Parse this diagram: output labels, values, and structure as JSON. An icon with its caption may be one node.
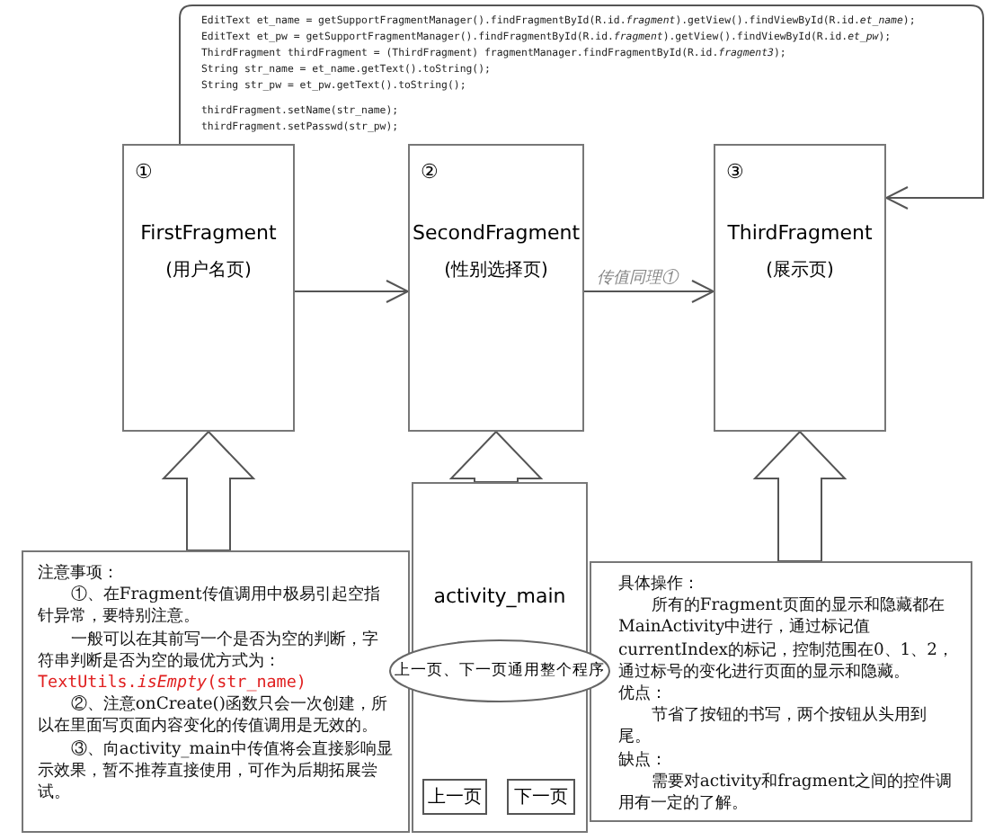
{
  "diagram": {
    "nodes": [
      {
        "text": [
          "①",
          "FirstFragment",
          "(用户名页)"
        ]
      },
      {
        "text": [
          "②",
          "SecondFragment",
          "(性别选择页)"
        ]
      },
      {
        "text": [
          "③",
          "ThirdFragment",
          "(展示页)"
        ]
      },
      {
        "text": [
          "注意事项：",
          "①、在Fragment传值调用中极易引起空指针异常，要特别注意。",
          "一般可以在其前写一个是否为空的判断，字符串判断是否为空的最优方式为：",
          "TextUtils.*isEmpty*(str_name)",
          "②、注意onCreate()函数只会一次创建，所以在里面写页面内容变化的传值调用是无效的。",
          "③、向activity_main中传值将会直接影响显示效果，暂不推荐直接使用，可作为后期拓展尝试。"
        ]
      },
      {
        "text": [
          "activity_main"
        ]
      },
      {
        "text": [
          "上一页、下一页通用整个程序"
        ]
      },
      {
        "text": [
          "上一页"
        ],
        "in": 4
      },
      {
        "text": [
          "下一页"
        ],
        "in": 4
      },
      {
        "text": [
          "具体操作：",
          "所有的Fragment页面的显示和隐藏都在MainActivity中进行，通过标记值currentIndex的标记，控制范围在0、1、2，通过标号的变化进行页面的显示和隐藏。",
          "优点：",
          "节省了按钮的书写，两个按钮从头用到尾。",
          "缺点：",
          "需要对activity和fragment之间的控件调用有一定的了解。"
        ]
      }
    ],
    "edges": [
      {
        "from": 0,
        "to": 1,
        "arrow": "to"
      },
      {
        "from": 1,
        "to": 2,
        "arrow": "to",
        "label": "传值同理①"
      },
      {
        "from": 0,
        "to": 2,
        "arrow": "to"
      },
      {
        "from": 3,
        "to": 0,
        "arrow": "to",
        "style": "thick"
      },
      {
        "from": 4,
        "to": 1,
        "arrow": "to",
        "style": "thick"
      },
      {
        "from": 8,
        "to": 2,
        "arrow": "to",
        "style": "thick"
      }
    ],
    "labels": [
      "EditText et_name = getSupportFragmentManager().findFragmentById(R.id.*fragment*).getView().findViewById(R.id.*et_name*);",
      "EditText et_pw = getSupportFragmentManager().findFragmentById(R.id.*fragment*).getView().findViewById(R.id.*et_pw*);",
      "ThirdFragment thirdFragment = (ThirdFragment) fragmentManager.findFragmentById(R.id.*fragment3*);",
      "String str_name = et_name.getText().toString();",
      "String str_pw = et_pw.getText().toString();",
      "thirdFragment.setName(str_name);",
      "thirdFragment.setPasswd(str_pw);"
    ]
  }
}
